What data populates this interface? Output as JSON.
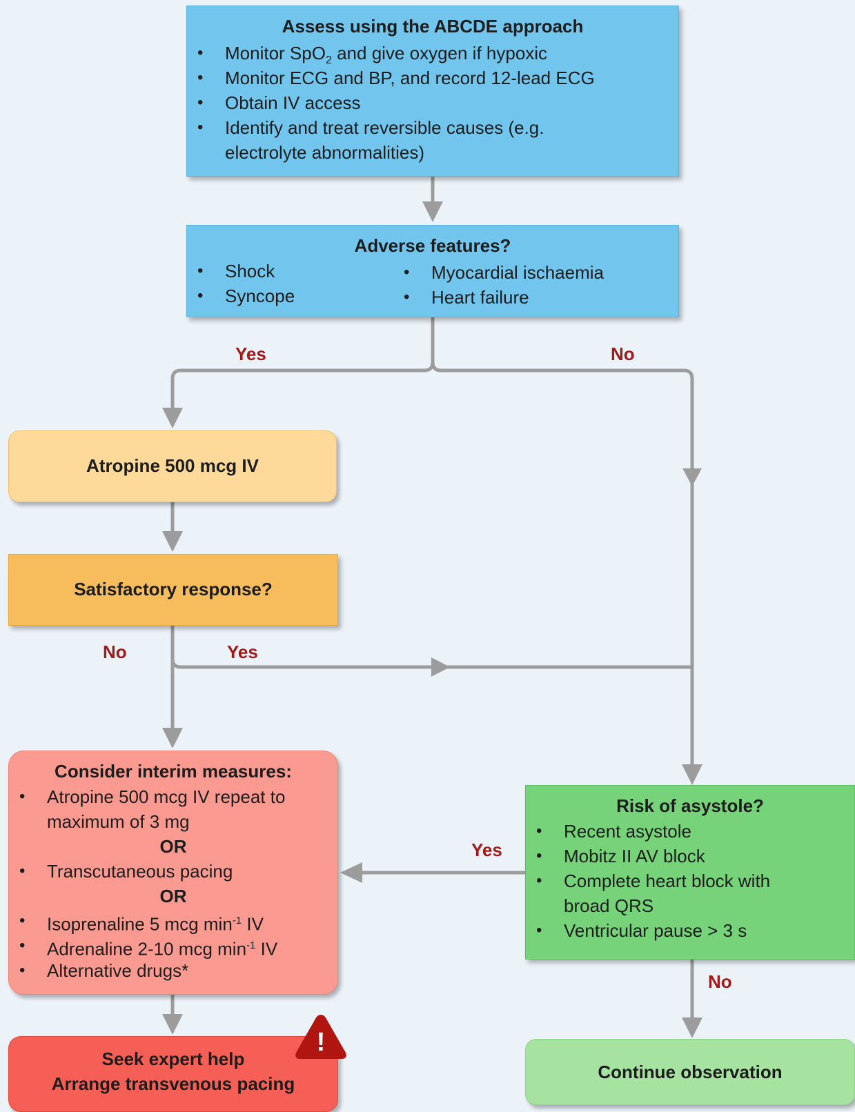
{
  "assess": {
    "title": "Assess using the ABCDE approach",
    "items": [
      "Monitor SpO",
      "and give oxygen if hypoxic",
      "Monitor ECG and BP, and record 12-lead ECG",
      "Obtain IV access",
      "Identify and treat reversible causes (e.g.",
      "electrolyte abnormalities)"
    ],
    "spo2_subscript": "2"
  },
  "adverse": {
    "title": "Adverse features?",
    "left_items": [
      "Shock",
      "Syncope"
    ],
    "right_items": [
      "Myocardial ischaemia",
      "Heart failure"
    ]
  },
  "atropine": {
    "label": "Atropine 500 mcg IV"
  },
  "satisfactory": {
    "label": "Satisfactory response?"
  },
  "interim": {
    "title": "Consider interim measures:",
    "atropine_line1": "Atropine 500 mcg IV repeat to",
    "atropine_line2": "maximum of 3 mg",
    "or1": "OR",
    "pacing": "Transcutaneous pacing",
    "or2": "OR",
    "isoprenaline": "Isoprenaline 5 mcg min",
    "adrenaline": "Adrenaline 2-10 mcg min",
    "exponent": "-1",
    "iv": "IV",
    "alternative": "Alternative drugs*"
  },
  "asystole": {
    "title": "Risk of asystole?",
    "items": [
      "Recent asystole",
      "Mobitz II AV block",
      "Complete heart block with",
      "broad QRS",
      "Ventricular pause > 3 s"
    ]
  },
  "expert": {
    "line1": "Seek expert help",
    "line2": "Arrange transvenous pacing",
    "warning_symbol": "!"
  },
  "observation": {
    "label": "Continue observation"
  },
  "labels": {
    "adverse_yes": "Yes",
    "adverse_no": "No",
    "response_no": "No",
    "response_yes": "Yes",
    "asystole_yes": "Yes",
    "asystole_no": "No"
  },
  "colors": {
    "blue": "#72c6ee",
    "atropine": "#fdd99a",
    "satisfactory": "#f7bc5c",
    "interim": "#fa9a90",
    "expert": "#f65f55",
    "asystole": "#76d37a",
    "observation": "#a6e2a0",
    "arrow": "#9c9c9c",
    "label_red": "#a31818"
  }
}
